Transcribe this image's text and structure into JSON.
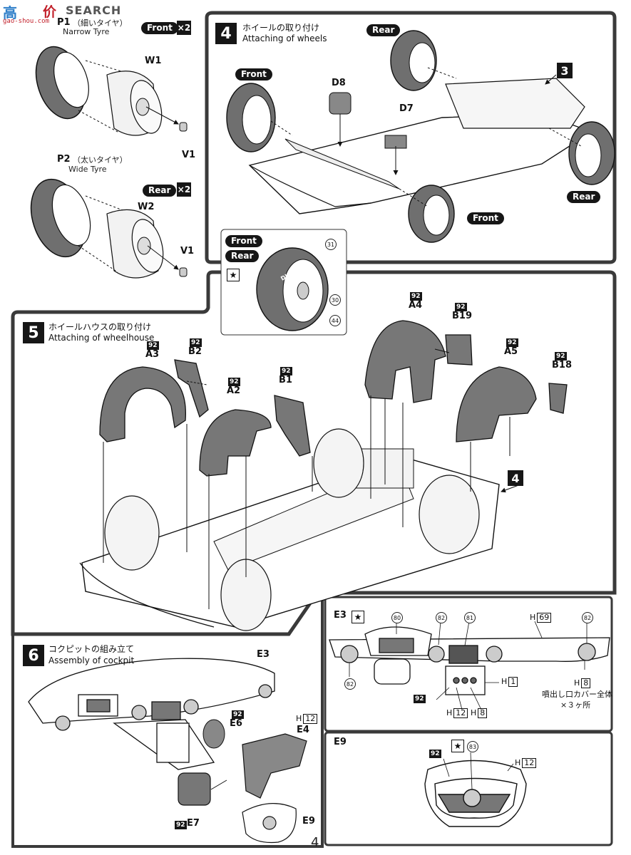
{
  "watermark": {
    "logo": "高",
    "logo2": "价",
    "title": "SEARCH",
    "site": "gao-shou.com"
  },
  "wheels": {
    "p1": {
      "code": "P1",
      "jp": "（細いタイヤ）",
      "en": "Narrow Tyre"
    },
    "p2": {
      "code": "P2",
      "jp": "（太いタイヤ）",
      "en": "Wide Tyre"
    },
    "w1": "W1",
    "w2": "W2",
    "v1": "V1",
    "v1b": "V1",
    "front_tag": "Front",
    "rear_tag": "Rear",
    "x2": "×2"
  },
  "step4": {
    "num": "4",
    "jp": "ホイールの取り付け",
    "en": "Attaching of wheels",
    "d8": "D8",
    "d7": "D7",
    "ref": "3",
    "tag_rear_top": "Rear",
    "tag_front_left": "Front",
    "tag_rear_right": "Rear",
    "tag_front_bottom": "Front"
  },
  "decal_inset": {
    "front": "Front",
    "rear": "Rear",
    "star": "★",
    "c31": "31",
    "c30": "30",
    "c44": "44",
    "brand": "DUNLOP"
  },
  "step5": {
    "num": "5",
    "jp": "ホイールハウスの取り付け",
    "en": "Attaching of wheelhouse",
    "paint": "92",
    "a3": "A3",
    "b2": "B2",
    "a2": "A2",
    "b1": "B1",
    "a4": "A4",
    "b19": "B19",
    "a5": "A5",
    "b18": "B18",
    "ref": "4"
  },
  "step6": {
    "num": "6",
    "jp": "コクピットの組み立て",
    "en": "Assembly of cockpit",
    "e3": "E3",
    "e6": "E6",
    "e4": "E4",
    "e7": "E7",
    "e9": "E9",
    "h": "H",
    "h12": "12",
    "paint": "92"
  },
  "e3_detail": {
    "title": "E3",
    "c80": "80",
    "c82": "82",
    "c81": "81",
    "c82b": "82",
    "c82c": "82",
    "h": "H",
    "h69": "69",
    "h1": "1",
    "h8": "8",
    "h12": "12",
    "h8b": "8",
    "paint": "92",
    "note1": "噴出し口カバー全体",
    "note2": "×３ヶ所"
  },
  "e9_detail": {
    "title": "E9",
    "paint": "92",
    "star": "★",
    "c83": "83",
    "h": "H",
    "h12": "12"
  },
  "page": {
    "number": "4"
  },
  "colors": {
    "ink": "#111111",
    "tyre": "#6f6f6f",
    "panel": "#777777",
    "frame": "#3a3a3a"
  }
}
